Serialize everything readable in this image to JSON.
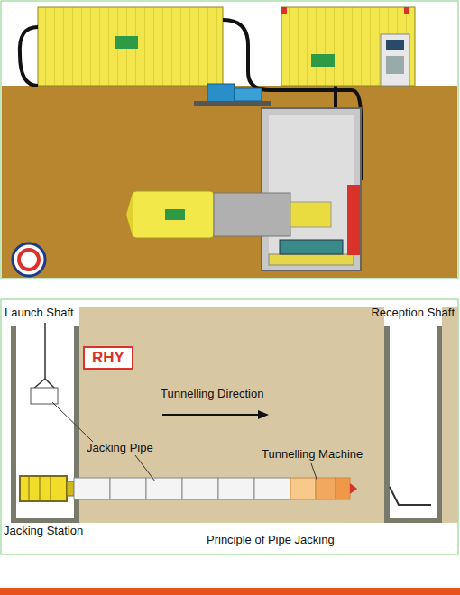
{
  "diagram": {
    "caption": "Principle of Pipe Jacking",
    "nodes": [
      {
        "text": [
          "RHY"
        ]
      }
    ],
    "labels": [
      "Launch Shaft",
      "Reception Shaft",
      "Tunnelling Direction",
      "Jacking Pipe",
      "Tunnelling Machine",
      "Jacking Station"
    ]
  }
}
